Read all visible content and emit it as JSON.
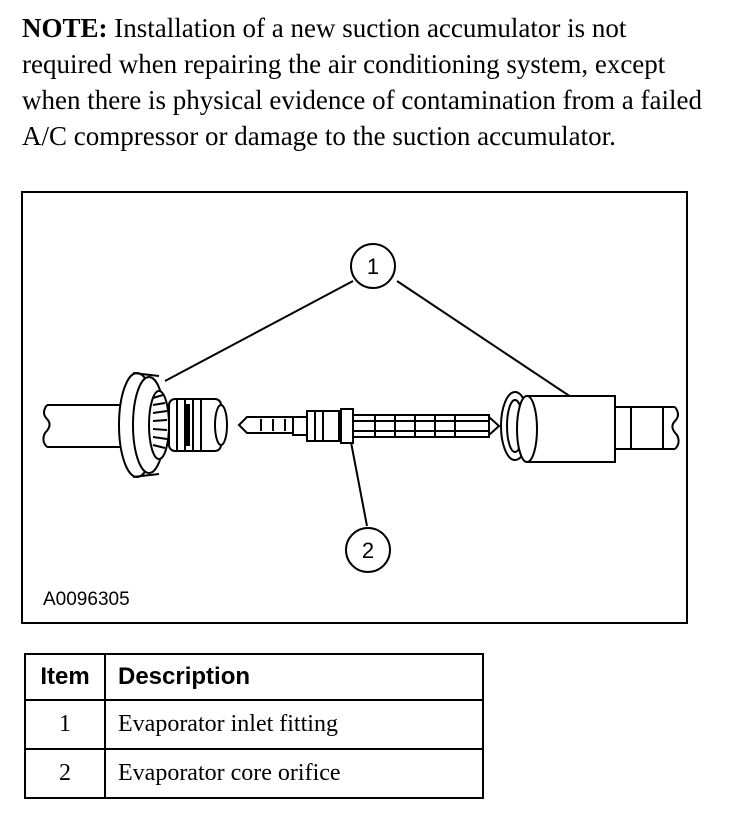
{
  "note": {
    "label": "NOTE:",
    "text": " Installation of a new suction accumulator is not required when repairing the air conditioning system, except when there is physical evidence of contamination from a failed A/C compressor or damage to the suction accumulator."
  },
  "figure": {
    "callouts": [
      "1",
      "2"
    ],
    "figure_id": "A0096305",
    "depicts": "evaporator inlet fitting and evaporator core orifice, exploded line drawing"
  },
  "legend": {
    "headers": [
      "Item",
      "Description"
    ],
    "rows": [
      {
        "item": "1",
        "description": "Evaporator inlet fitting"
      },
      {
        "item": "2",
        "description": "Evaporator core orifice"
      }
    ]
  }
}
